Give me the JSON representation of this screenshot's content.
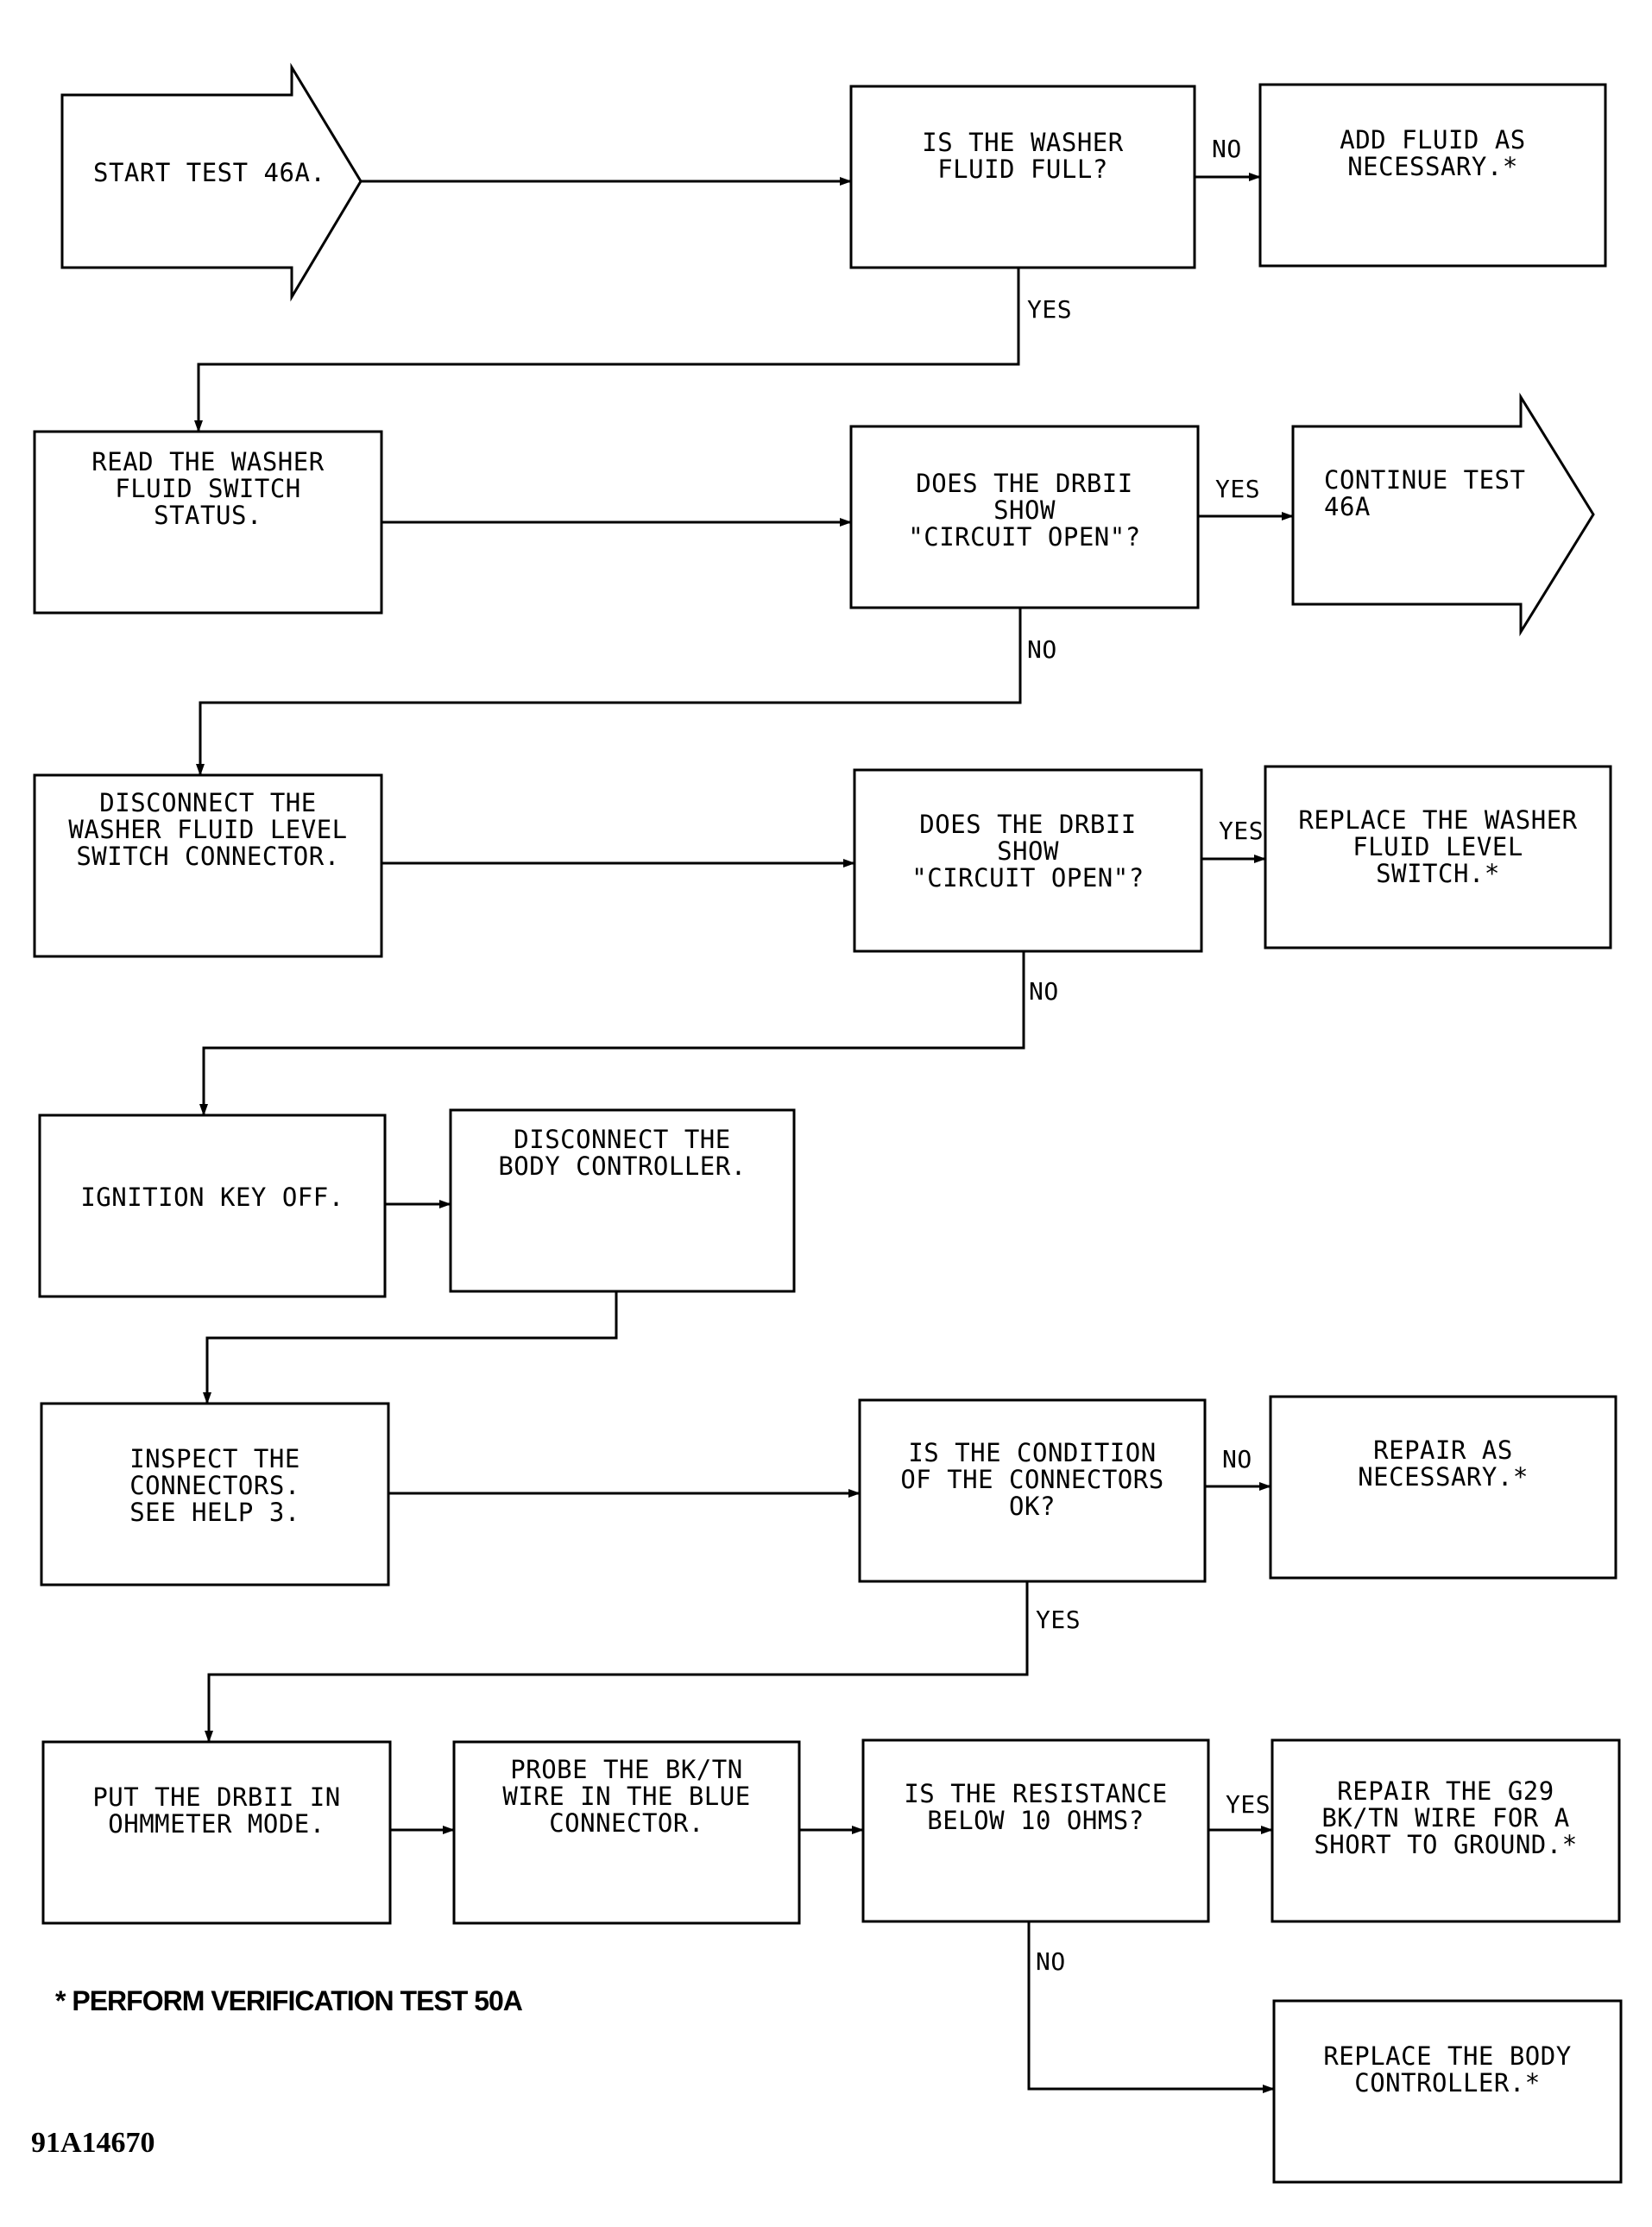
{
  "nodes": {
    "start": {
      "lines": [
        "START TEST 46A."
      ]
    },
    "washer_full": {
      "lines": [
        "IS THE WASHER",
        "FLUID FULL?"
      ]
    },
    "add_fluid": {
      "lines": [
        "ADD FLUID AS",
        "NECESSARY.*"
      ]
    },
    "read_status": {
      "lines": [
        "READ THE WASHER",
        "FLUID SWITCH",
        "STATUS."
      ]
    },
    "drbii_show_1": {
      "lines": [
        "DOES THE DRBII",
        "SHOW",
        "\"CIRCUIT OPEN\"?"
      ]
    },
    "continue": {
      "lines": [
        "CONTINUE TEST",
        "46A"
      ]
    },
    "disconnect_switch": {
      "lines": [
        "DISCONNECT THE",
        "WASHER FLUID LEVEL",
        "SWITCH CONNECTOR."
      ]
    },
    "drbii_show_2": {
      "lines": [
        "DOES THE DRBII",
        "SHOW",
        "\"CIRCUIT OPEN\"?"
      ]
    },
    "replace_switch": {
      "lines": [
        "REPLACE THE WASHER",
        "FLUID LEVEL",
        "SWITCH.*"
      ]
    },
    "ignition_off": {
      "lines": [
        "IGNITION KEY OFF."
      ]
    },
    "disconnect_body": {
      "lines": [
        "DISCONNECT THE",
        "BODY CONTROLLER."
      ]
    },
    "inspect": {
      "lines": [
        "INSPECT THE",
        "CONNECTORS.",
        "SEE HELP 3."
      ]
    },
    "condition_ok": {
      "lines": [
        "IS THE CONDITION",
        "OF THE CONNECTORS",
        "OK?"
      ]
    },
    "repair_necessary": {
      "lines": [
        "REPAIR AS",
        "NECESSARY.*"
      ]
    },
    "ohmmeter": {
      "lines": [
        "PUT THE DRBII IN",
        "OHMMETER MODE."
      ]
    },
    "probe": {
      "lines": [
        "PROBE THE BK/TN",
        "WIRE IN THE BLUE",
        "CONNECTOR."
      ]
    },
    "resistance": {
      "lines": [
        "IS THE RESISTANCE",
        "BELOW 10 OHMS?"
      ]
    },
    "repair_g29": {
      "lines": [
        "REPAIR THE G29",
        "BK/TN WIRE FOR A",
        "SHORT TO GROUND.*"
      ]
    },
    "replace_body": {
      "lines": [
        "REPLACE THE BODY",
        "CONTROLLER.*"
      ]
    }
  },
  "edges": [
    {
      "from": "start",
      "to": "washer_full",
      "label": ""
    },
    {
      "from": "washer_full",
      "to": "add_fluid",
      "label": "NO"
    },
    {
      "from": "washer_full",
      "to": "read_status",
      "label": "YES"
    },
    {
      "from": "read_status",
      "to": "drbii_show_1",
      "label": ""
    },
    {
      "from": "drbii_show_1",
      "to": "continue",
      "label": "YES"
    },
    {
      "from": "drbii_show_1",
      "to": "disconnect_switch",
      "label": "NO"
    },
    {
      "from": "disconnect_switch",
      "to": "drbii_show_2",
      "label": ""
    },
    {
      "from": "drbii_show_2",
      "to": "replace_switch",
      "label": "YES"
    },
    {
      "from": "drbii_show_2",
      "to": "ignition_off",
      "label": "NO"
    },
    {
      "from": "ignition_off",
      "to": "disconnect_body",
      "label": ""
    },
    {
      "from": "disconnect_body",
      "to": "inspect",
      "label": ""
    },
    {
      "from": "inspect",
      "to": "condition_ok",
      "label": ""
    },
    {
      "from": "condition_ok",
      "to": "repair_necessary",
      "label": "NO"
    },
    {
      "from": "condition_ok",
      "to": "ohmmeter",
      "label": "YES"
    },
    {
      "from": "ohmmeter",
      "to": "probe",
      "label": ""
    },
    {
      "from": "probe",
      "to": "resistance",
      "label": ""
    },
    {
      "from": "resistance",
      "to": "repair_g29",
      "label": "YES"
    },
    {
      "from": "resistance",
      "to": "replace_body",
      "label": "NO"
    }
  ],
  "footnote": "* PERFORM VERIFICATION TEST 50A",
  "figure_id": "91A14670"
}
